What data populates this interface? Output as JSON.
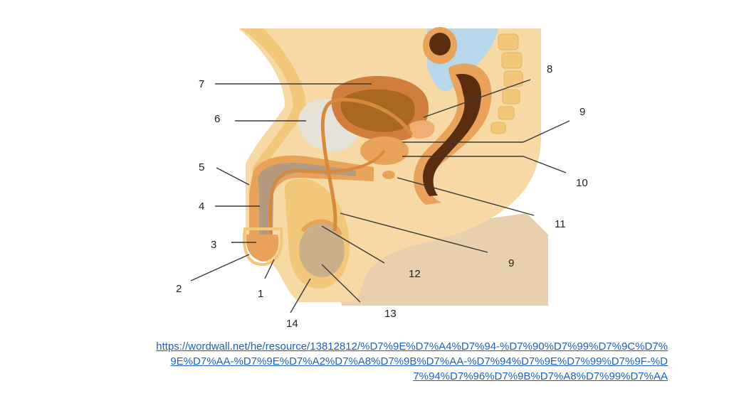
{
  "diagram": {
    "labels": [
      "1",
      "2",
      "3",
      "4",
      "5",
      "6",
      "7",
      "8",
      "9",
      "9",
      "10",
      "11",
      "12",
      "13",
      "14"
    ],
    "colors": {
      "skin": "#f6d9a4",
      "fat": "#f3c77a",
      "organ_orange": "#e9a25a",
      "bladder": "#d07e3e",
      "bladder_inner": "#a8681f",
      "duct": "#d88a3c",
      "rectum_dark": "#5a2c10",
      "bone_blue": "#b9d7ea",
      "pubic_bone": "#e7e2d8",
      "testis": "#c9b08a",
      "shadow_tissue": "#d9b98a"
    }
  },
  "source": {
    "url_text": "https://wordwall.net/he/resource/13812812/%D7%9E%D7%A4%D7%94-%D7%90%D7%99%D7%9C%D7%9E%D7%AA-%D7%9E%D7%A2%D7%A8%D7%9B%D7%AA-%D7%94%D7%9E%D7%99%D7%9F-%D7%94%D7%96%D7%9B%D7%A8%D7%99%D7%AA"
  }
}
